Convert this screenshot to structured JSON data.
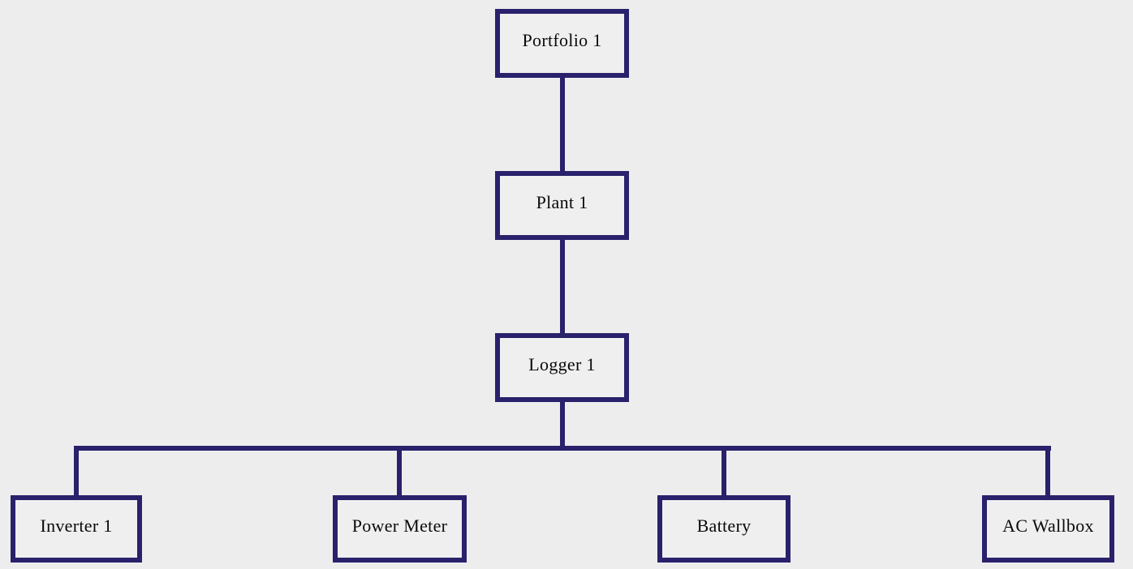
{
  "diagram": {
    "type": "hierarchy-tree",
    "nodes": {
      "portfolio": {
        "label": "Portfolio 1"
      },
      "plant": {
        "label": "Plant 1"
      },
      "logger": {
        "label": "Logger 1"
      },
      "children": [
        {
          "label": "Inverter 1"
        },
        {
          "label": "Power Meter"
        },
        {
          "label": "Battery"
        },
        {
          "label": "AC Wallbox"
        }
      ]
    },
    "edges": [
      [
        "Portfolio 1",
        "Plant 1"
      ],
      [
        "Plant 1",
        "Logger 1"
      ],
      [
        "Logger 1",
        "Inverter 1"
      ],
      [
        "Logger 1",
        "Power Meter"
      ],
      [
        "Logger 1",
        "Battery"
      ],
      [
        "Logger 1",
        "AC Wallbox"
      ]
    ]
  },
  "colors": {
    "line": "#29216b",
    "background": "#ededee",
    "box_fill": "#f0eff0",
    "text": "#0a0a0a"
  }
}
